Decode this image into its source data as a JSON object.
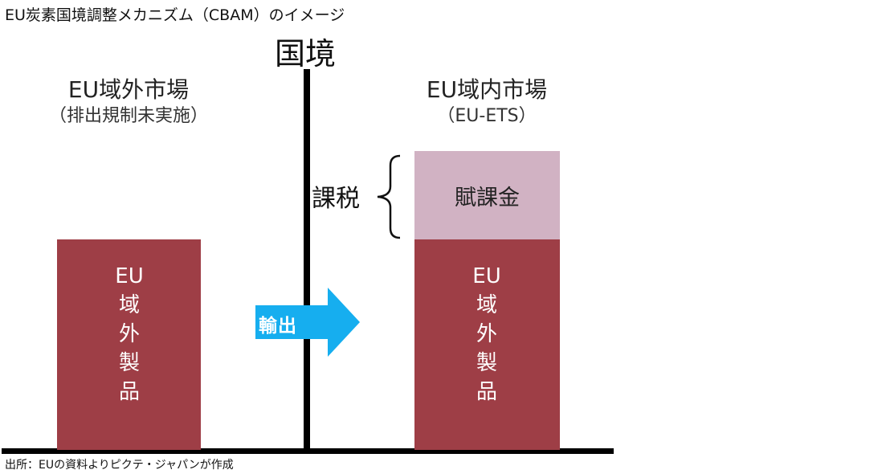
{
  "title": "EU炭素国境調整メカニズム（CBAM）のイメージ",
  "border_label": "国境",
  "outside": {
    "title": "EU域外市場",
    "subtitle": "（排出規制未実施）",
    "product_label": "EU域外製品"
  },
  "inside": {
    "title": "EU域内市場",
    "subtitle": "（EU-ETS）",
    "product_label": "EU域外製品",
    "levy_label": "賦課金"
  },
  "tax_label": "課税",
  "export_label": "輸出",
  "source": "出所：EUの資料よりピクテ・ジャパンが作成",
  "colors": {
    "product_bar": "#9e3e46",
    "levy_bar": "#d1b2c3",
    "export_arrow": "#16aeef",
    "lines": "#000000"
  },
  "icons": {
    "export_arrow": "right-arrow-icon",
    "tax_brace": "curly-brace-icon"
  }
}
